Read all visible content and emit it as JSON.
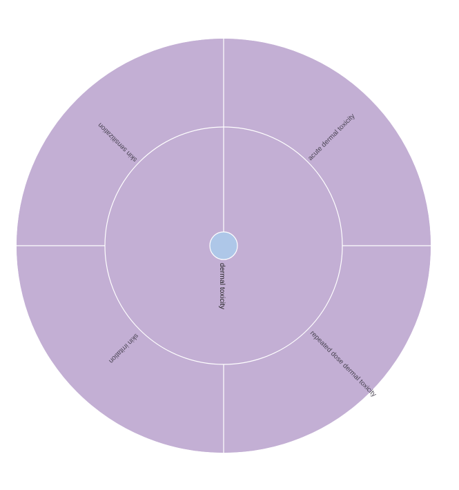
{
  "diagram": {
    "type": "sunburst",
    "colors": {
      "segment_fill": "#c3afd4",
      "divider": "#ffffff",
      "center_fill": "#aec7e8",
      "center_stroke": "#ffffff"
    },
    "center": {
      "label": "dermal toxicity"
    },
    "segments": [
      {
        "label": "acute dermal toxicity"
      },
      {
        "label": "repeated dose dermal toxicity"
      },
      {
        "label": "skin irritation"
      },
      {
        "label": "skin sensitization"
      }
    ]
  }
}
